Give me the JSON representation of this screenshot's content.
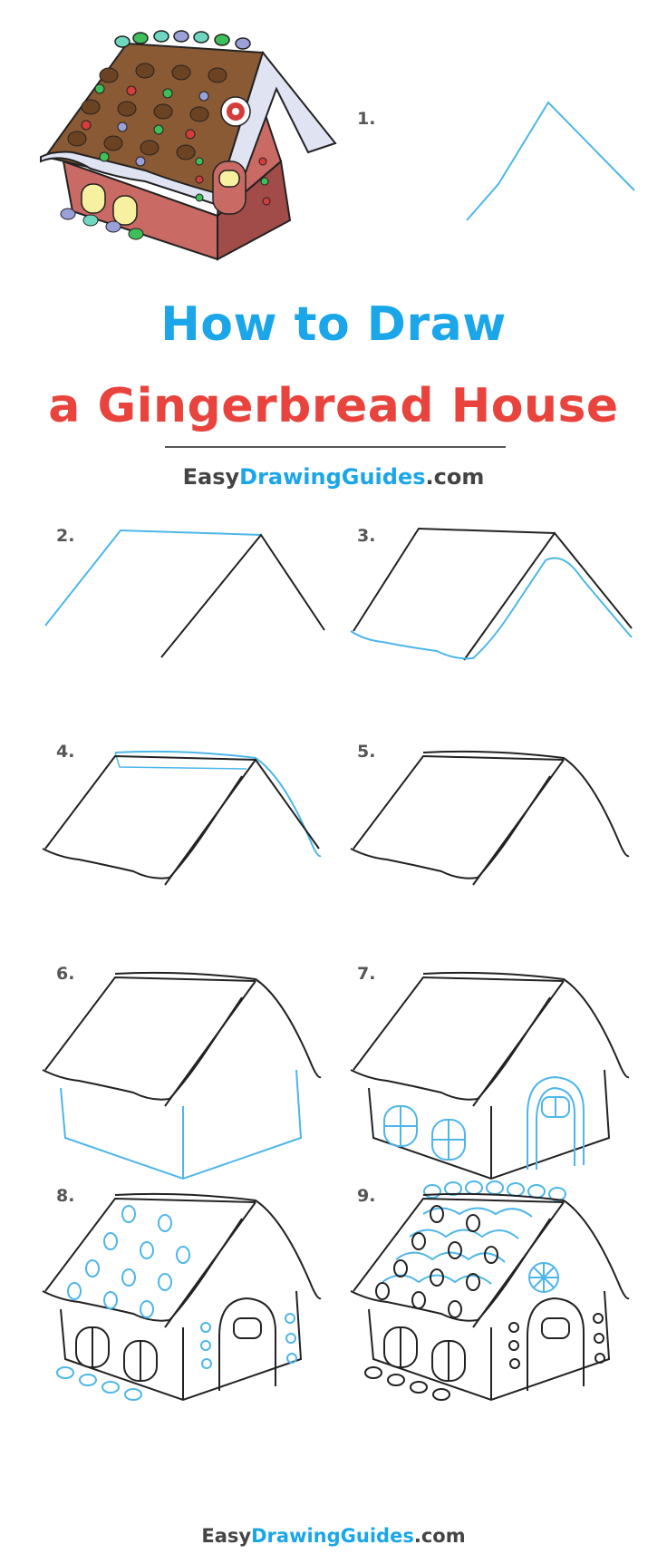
{
  "title": {
    "line1": "How to Draw",
    "line2": "a Gingerbread House"
  },
  "brand": {
    "part1": "Easy",
    "part2": "Drawing",
    "part3": "Guides",
    "part4": ".com"
  },
  "steps": [
    {
      "label": "1."
    },
    {
      "label": "2."
    },
    {
      "label": "3."
    },
    {
      "label": "4."
    },
    {
      "label": "5."
    },
    {
      "label": "6."
    },
    {
      "label": "7."
    },
    {
      "label": "8."
    },
    {
      "label": "9."
    }
  ],
  "colors": {
    "title_blue": "#1aa6e8",
    "title_red": "#e8433c",
    "new_line_blue": "#4db6ea",
    "outline": "#222222",
    "wall": "#c96a64",
    "wall_shadow": "#a14c48",
    "roof_brown": "#8a5a34",
    "icing": "#dfe3f2",
    "window_yellow": "#f6f0a0",
    "candy_green": "#3fbf5a",
    "candy_red": "#d53c3a",
    "candy_purple": "#9aa0d8",
    "candy_teal": "#6fd6c0"
  }
}
